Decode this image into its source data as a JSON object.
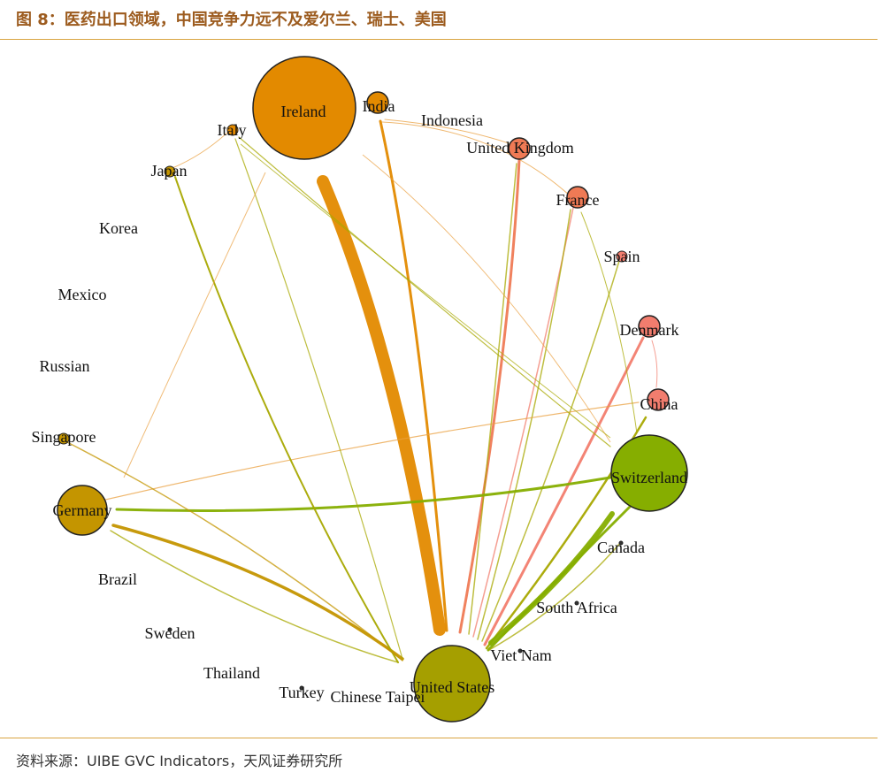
{
  "header": {
    "title": "图 8：医药出口领域，中国竞争力远不及爱尔兰、瑞士、美国"
  },
  "footer": {
    "source": "资料来源：UIBE GVC Indicators，天风证券研究所"
  },
  "colors": {
    "orange": "#E38A00",
    "light_orange": "#E9A040",
    "coral": "#EF7A55",
    "salmon": "#F27D6E",
    "yellow_green": "#A8A800",
    "green": "#86AE00",
    "olive": "#A59F00",
    "gold": "#C49500",
    "title_brown": "#9C5B1E",
    "rule_gold": "#D9A441"
  },
  "diagram": {
    "nodes": [
      {
        "id": "ireland",
        "label": "Ireland",
        "color": "#E38A00",
        "size": "large"
      },
      {
        "id": "india",
        "label": "India",
        "color": "#E38A00",
        "size": "small"
      },
      {
        "id": "indonesia",
        "label": "Indonesia",
        "color": "",
        "size": "none"
      },
      {
        "id": "uk",
        "label": "United Kingdom",
        "color": "#EF7A55",
        "size": "small"
      },
      {
        "id": "italy",
        "label": "Italy",
        "color": "#E38A00",
        "size": "tiny"
      },
      {
        "id": "japan",
        "label": "Japan",
        "color": "#C49500",
        "size": "tiny"
      },
      {
        "id": "france",
        "label": "France",
        "color": "#EF7A55",
        "size": "small"
      },
      {
        "id": "korea",
        "label": "Korea",
        "color": "",
        "size": "none"
      },
      {
        "id": "spain",
        "label": "Spain",
        "color": "#F27D6E",
        "size": "tiny"
      },
      {
        "id": "mexico",
        "label": "Mexico",
        "color": "",
        "size": "none"
      },
      {
        "id": "denmark",
        "label": "Denmark",
        "color": "#F27D6E",
        "size": "small"
      },
      {
        "id": "russian",
        "label": "Russian",
        "color": "",
        "size": "none"
      },
      {
        "id": "china",
        "label": "China",
        "color": "#F27D6E",
        "size": "small"
      },
      {
        "id": "singapore",
        "label": "Singapore",
        "color": "#C49500",
        "size": "tiny"
      },
      {
        "id": "switzerland",
        "label": "Switzerland",
        "color": "#86AE00",
        "size": "large"
      },
      {
        "id": "germany",
        "label": "Germany",
        "color": "#C49500",
        "size": "medium"
      },
      {
        "id": "canada",
        "label": "Canada",
        "color": "",
        "size": "dot"
      },
      {
        "id": "brazil",
        "label": "Brazil",
        "color": "",
        "size": "none"
      },
      {
        "id": "south_africa",
        "label": "South Africa",
        "color": "",
        "size": "dot"
      },
      {
        "id": "sweden",
        "label": "Sweden",
        "color": "",
        "size": "dot"
      },
      {
        "id": "viet_nam",
        "label": "Viet Nam",
        "color": "",
        "size": "dot"
      },
      {
        "id": "thailand",
        "label": "Thailand",
        "color": "",
        "size": "none"
      },
      {
        "id": "turkey",
        "label": "Turkey",
        "color": "",
        "size": "dot"
      },
      {
        "id": "chinese_taipei",
        "label": "Chinese Taipei",
        "color": "",
        "size": "none"
      },
      {
        "id": "usa",
        "label": "United States",
        "color": "#A59F00",
        "size": "large"
      }
    ],
    "edges": [
      {
        "from": "ireland",
        "to": "usa",
        "weight": "very-heavy",
        "color": "#E38A00"
      },
      {
        "from": "india",
        "to": "usa",
        "weight": "medium",
        "color": "#E38A00"
      },
      {
        "from": "uk",
        "to": "usa",
        "weight": "medium",
        "color": "#EF7A55"
      },
      {
        "from": "uk",
        "to": "usa",
        "weight": "thin",
        "color": "#A8A800"
      },
      {
        "from": "france",
        "to": "usa",
        "weight": "thin",
        "color": "#F27D6E"
      },
      {
        "from": "france",
        "to": "usa",
        "weight": "thin",
        "color": "#A8A800"
      },
      {
        "from": "spain",
        "to": "usa",
        "weight": "thin",
        "color": "#A8A800"
      },
      {
        "from": "denmark",
        "to": "usa",
        "weight": "medium",
        "color": "#F27D6E"
      },
      {
        "from": "china",
        "to": "usa",
        "weight": "medium",
        "color": "#A8A800"
      },
      {
        "from": "switzerland",
        "to": "usa",
        "weight": "medium",
        "color": "#86AE00"
      },
      {
        "from": "canada",
        "to": "usa",
        "weight": "heavy",
        "color": "#86AE00"
      },
      {
        "from": "south_africa",
        "to": "usa",
        "weight": "thin",
        "color": "#A8A800"
      },
      {
        "from": "germany",
        "to": "switzerland",
        "weight": "medium",
        "color": "#86AE00"
      },
      {
        "from": "germany",
        "to": "usa",
        "weight": "medium",
        "color": "#C49500"
      },
      {
        "from": "germany",
        "to": "usa",
        "weight": "thin",
        "color": "#A8A800"
      },
      {
        "from": "germany",
        "to": "china",
        "weight": "thin",
        "color": "#E9A040"
      },
      {
        "from": "japan",
        "to": "usa",
        "weight": "thin",
        "color": "#A8A800"
      },
      {
        "from": "japan",
        "to": "italy",
        "weight": "thin",
        "color": "#E9A040"
      },
      {
        "from": "italy",
        "to": "usa",
        "weight": "thin",
        "color": "#A8A800"
      },
      {
        "from": "italy",
        "to": "switzerland",
        "weight": "thin",
        "color": "#A8A800"
      },
      {
        "from": "singapore",
        "to": "usa",
        "weight": "thin",
        "color": "#C49500"
      },
      {
        "from": "india",
        "to": "france",
        "weight": "thin",
        "color": "#E9A040"
      },
      {
        "from": "india",
        "to": "uk",
        "weight": "thin",
        "color": "#E9A040"
      },
      {
        "from": "denmark",
        "to": "china",
        "weight": "thin",
        "color": "#F27D6E"
      },
      {
        "from": "france",
        "to": "switzerland",
        "weight": "thin",
        "color": "#A8A800"
      }
    ]
  }
}
